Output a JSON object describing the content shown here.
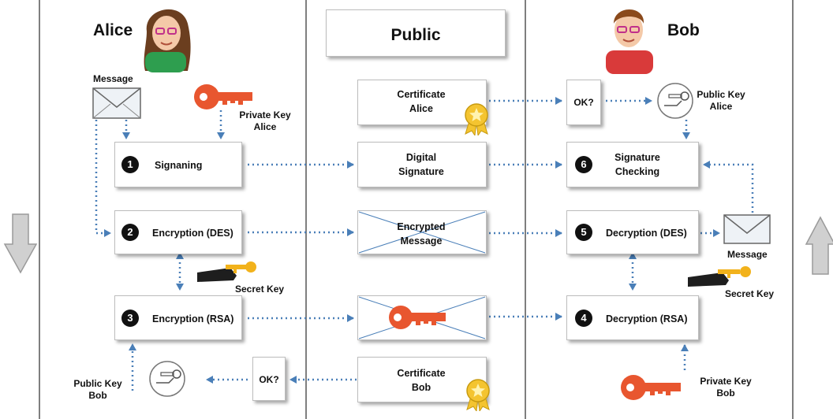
{
  "columns": {
    "alice": "Alice",
    "public": "Public",
    "bob": "Bob"
  },
  "alice_side": {
    "message_label": "Message",
    "private_key_label": [
      "Private Key",
      "Alice"
    ],
    "step1": {
      "number": "1",
      "label": "Signaning"
    },
    "step2": {
      "number": "2",
      "label": "Encryption (DES)"
    },
    "step3": {
      "number": "3",
      "label": "Encryption (RSA)"
    },
    "secret_key_label": "Secret Key",
    "public_key_bob_label": [
      "Public Key",
      "Bob"
    ],
    "ok_label": "OK?"
  },
  "public_side": {
    "certificate_alice": [
      "Certificate",
      "Alice"
    ],
    "digital_signature": [
      "Digital",
      "Signature"
    ],
    "encrypted_message": [
      "Encrypted",
      "Message"
    ],
    "certificate_bob": [
      "Certificate",
      "Bob"
    ]
  },
  "bob_side": {
    "ok_label": "OK?",
    "public_key_alice_label": [
      "Public Key",
      "Alice"
    ],
    "step6": {
      "number": "6",
      "label": [
        "Signature",
        "Checking"
      ]
    },
    "step5": {
      "number": "5",
      "label": "Decryption (DES)"
    },
    "step4": {
      "number": "4",
      "label": "Decryption (RSA)"
    },
    "message_label": "Message",
    "secret_key_label": "Secret Key",
    "private_key_label": [
      "Private Key",
      "Bob"
    ]
  },
  "colors": {
    "arrow": "#4a7fb8",
    "key_orange": "#e8562f",
    "gold_key": "#f2b21b",
    "medal": "#f4c430",
    "side_arrow": "#bdbdbd"
  }
}
